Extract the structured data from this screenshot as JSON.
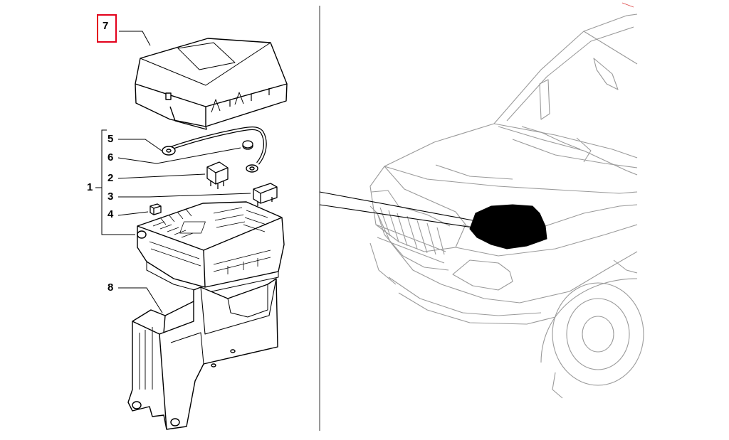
{
  "diagram": {
    "callouts": [
      {
        "id": "7",
        "label": "7",
        "part": "fuse-box-cover",
        "highlighted": true
      },
      {
        "id": "5",
        "label": "5",
        "part": "battery-cable-terminal"
      },
      {
        "id": "6",
        "label": "6",
        "part": "cable-nut"
      },
      {
        "id": "2",
        "label": "2",
        "part": "relay"
      },
      {
        "id": "3",
        "label": "3",
        "part": "maxi-fuse"
      },
      {
        "id": "4",
        "label": "4",
        "part": "mini-fuse"
      },
      {
        "id": "1",
        "label": "1",
        "part": "fuse-box-assembly"
      },
      {
        "id": "8",
        "label": "8",
        "part": "fuse-box-bracket"
      }
    ],
    "highlight_color": "#e3001b",
    "location_fill": "#000000",
    "line_color": "#000000",
    "vehicle_line_color": "#9a9a9a"
  }
}
